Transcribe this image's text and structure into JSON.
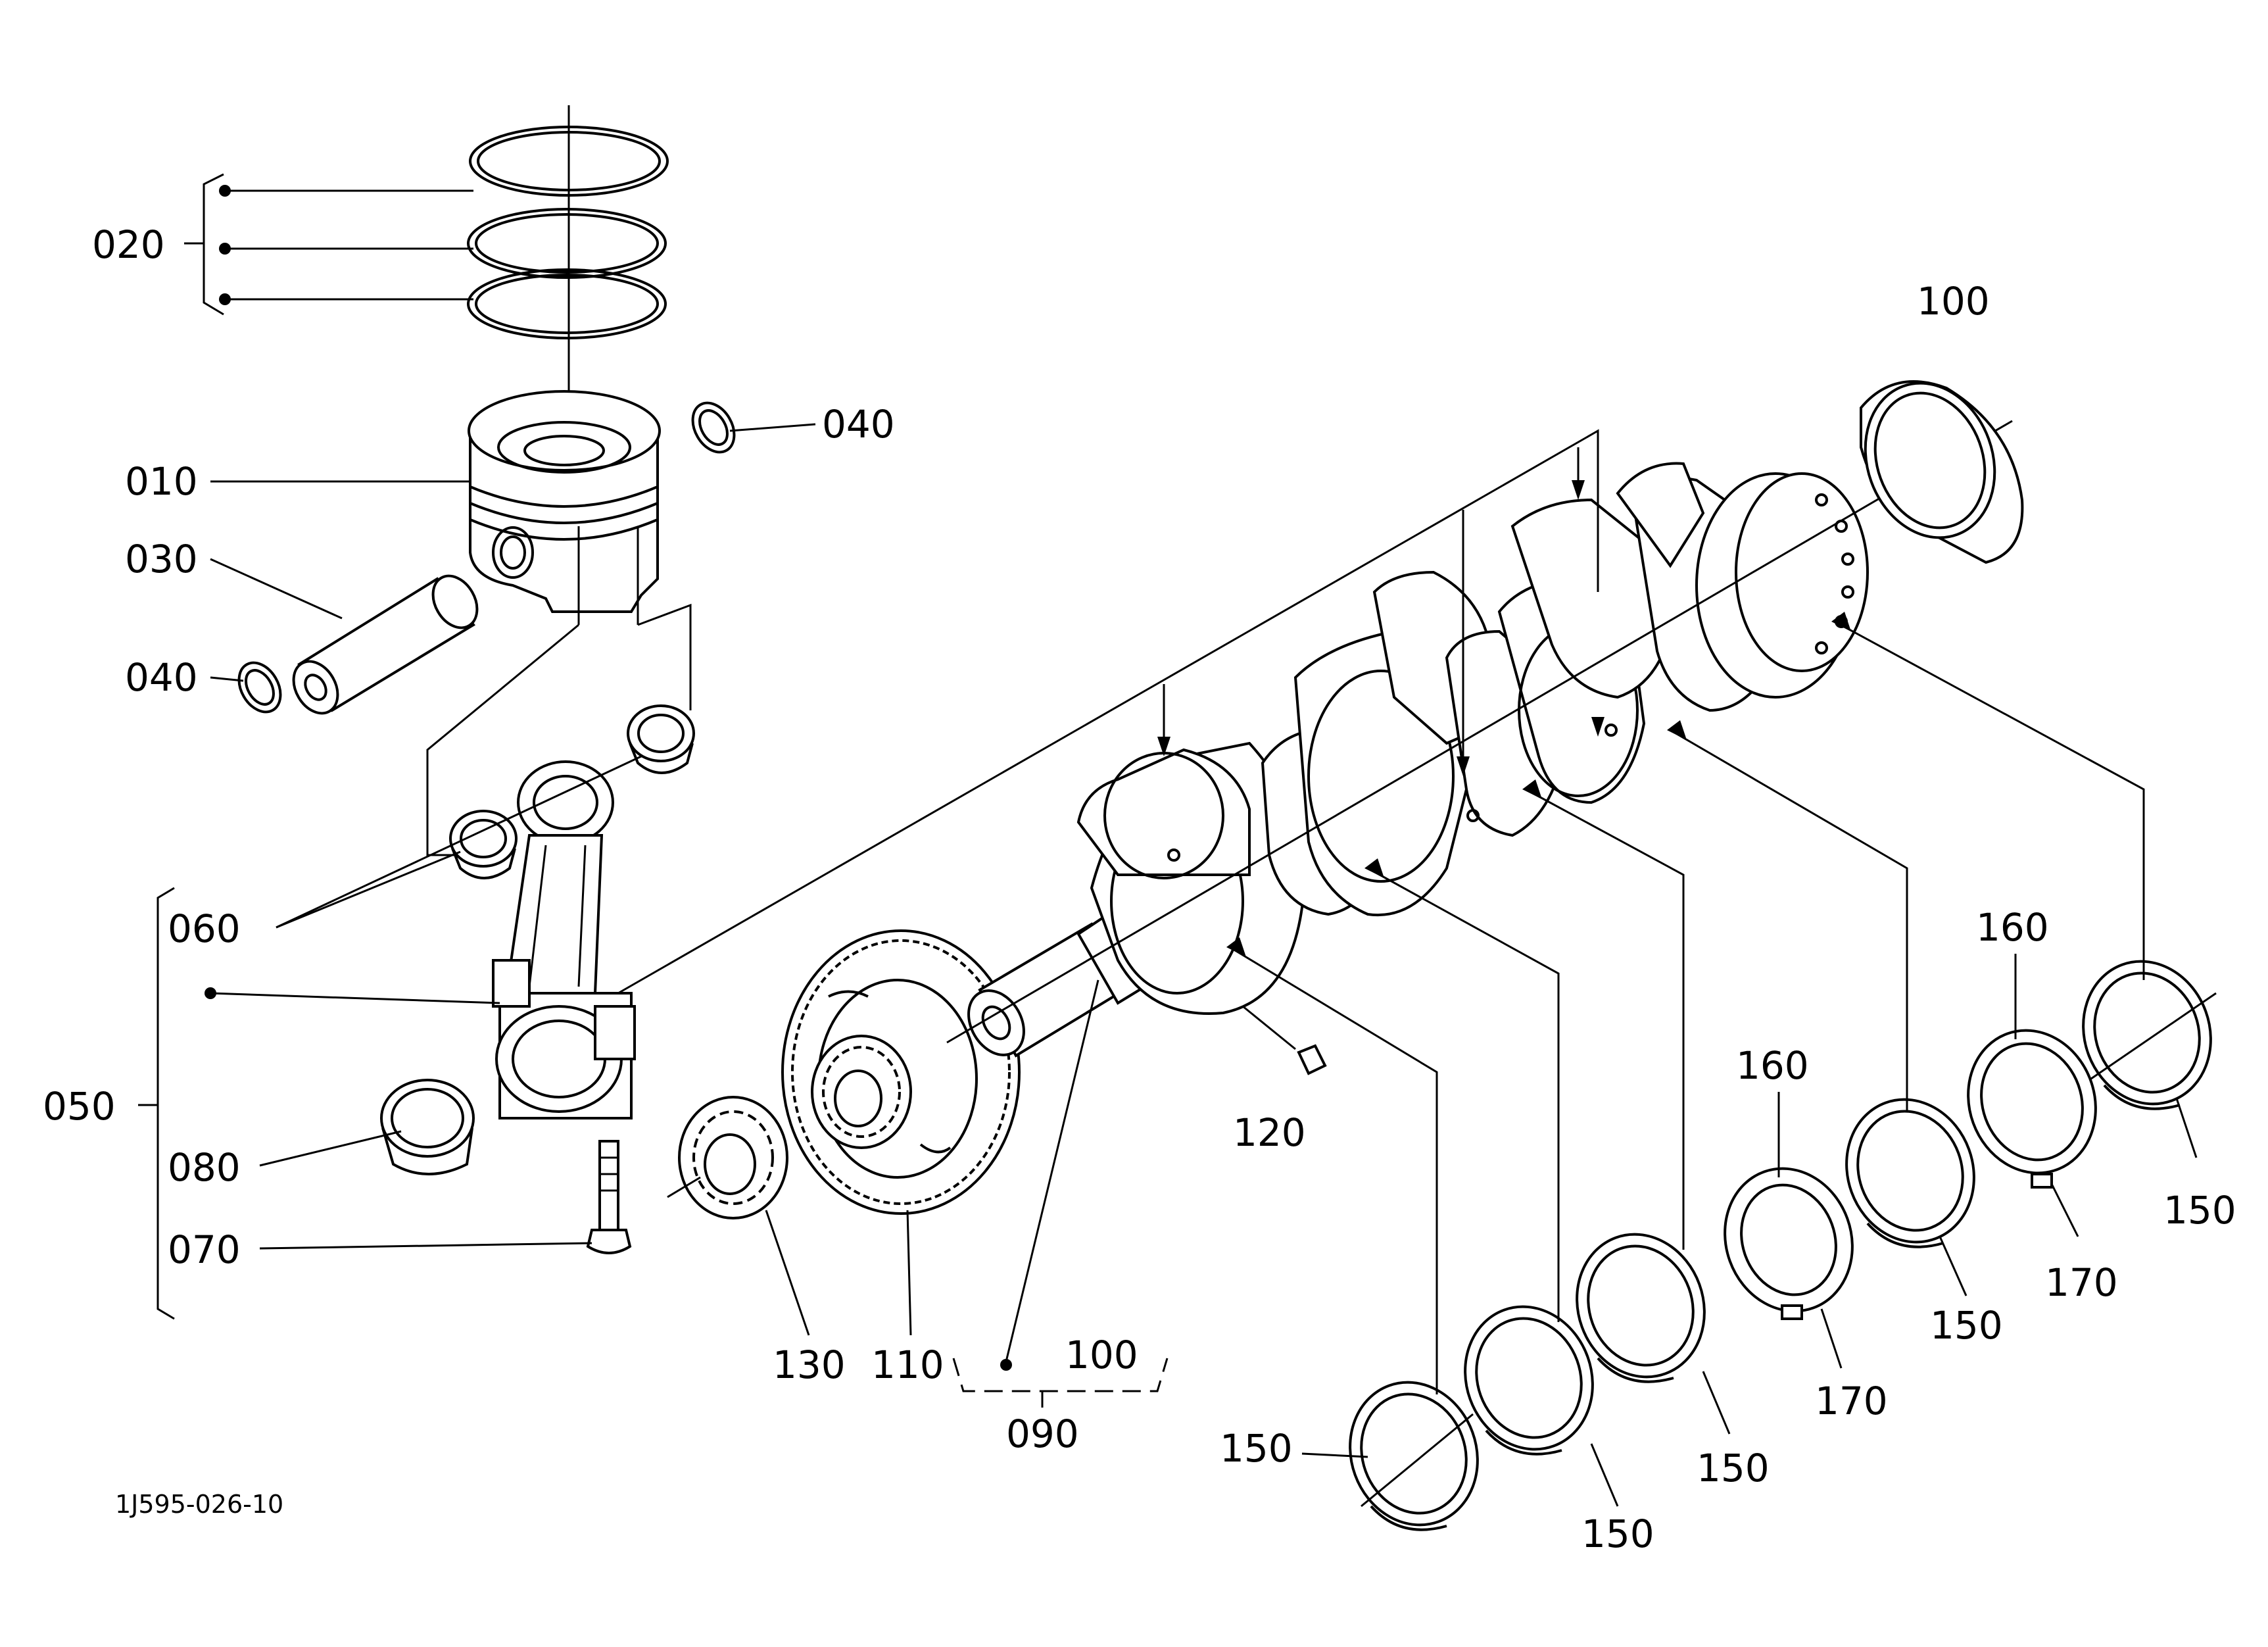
{
  "labels": {
    "l020": "020",
    "l040a": "040",
    "l010": "010",
    "l030": "030",
    "l040b": "040",
    "l060": "060",
    "l050": "050",
    "l080": "080",
    "l070": "070",
    "l100a": "100",
    "l120": "120",
    "l130": "130",
    "l110": "110",
    "l100b": "100",
    "l090": "090",
    "l150a": "150",
    "l150b": "150",
    "l150c": "150",
    "l160a": "160",
    "l170a": "170",
    "l150d": "150",
    "l160b": "160",
    "l170b": "170",
    "l150e": "150"
  },
  "drawing_ref": "1J595-026-10"
}
